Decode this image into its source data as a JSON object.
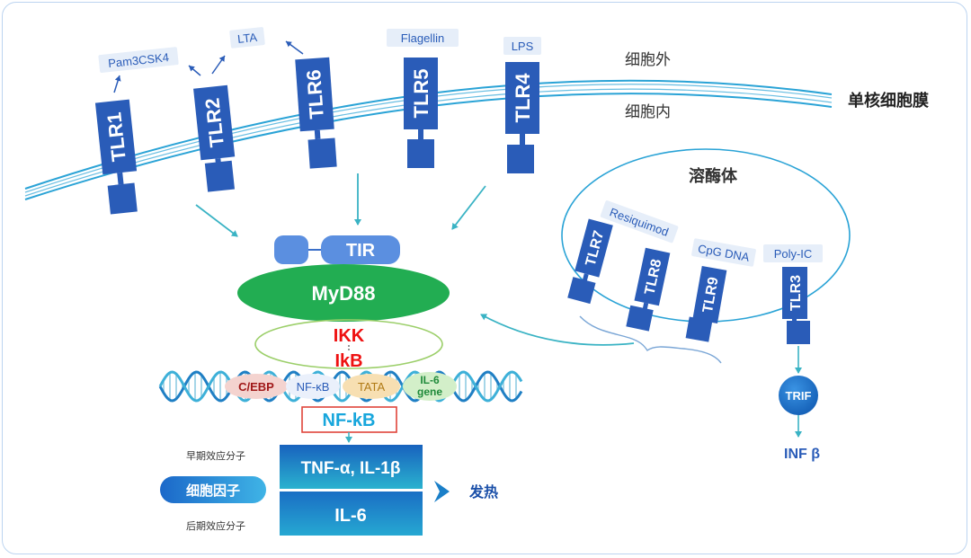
{
  "membrane": {
    "outside_label": "细胞外",
    "inside_label": "细胞内",
    "membrane_label": "单核细胞膜"
  },
  "surface_receptors": [
    {
      "name": "TLR1",
      "ligand": "Pam3CSK4"
    },
    {
      "name": "TLR2",
      "ligand": "LTA"
    },
    {
      "name": "TLR6",
      "ligand": ""
    },
    {
      "name": "TLR5",
      "ligand": "Flagellin"
    },
    {
      "name": "TLR4",
      "ligand": "LPS"
    }
  ],
  "lysosome": {
    "label": "溶酶体",
    "receptors": [
      {
        "name": "TLR7",
        "ligand": "Resiquimod"
      },
      {
        "name": "TLR8",
        "ligand": ""
      },
      {
        "name": "TLR9",
        "ligand": "CpG DNA"
      },
      {
        "name": "TLR3",
        "ligand": "Poly-IC"
      }
    ]
  },
  "pathway": {
    "tir": "TIR",
    "myd88": "MyD88",
    "ikk": "IKK",
    "ikb": "IkB",
    "dna_sites": [
      "C/EBP",
      "NF-κB",
      "TATA",
      "IL-6",
      "gene"
    ],
    "nfkb": "NF-kB",
    "trif": "TRIF",
    "ifn": "INF β"
  },
  "cytokines": {
    "label": "细胞因子",
    "early_label": "早期效应分子",
    "late_label": "后期效应分子",
    "early_box": "TNF-α, IL-1β",
    "late_box": "IL-6",
    "result": "发热"
  },
  "colors": {
    "receptor": "#2a5cb8",
    "membrane": "#2aa3d6",
    "arrow": "#3ab3c4",
    "myd88": "#22ad52",
    "tir": "#5b8fe0",
    "ikk": "#ee1111",
    "nfkb_text": "#17a6dc",
    "trif": "#1976cf",
    "cytokine_box": "#1a7fc8"
  }
}
